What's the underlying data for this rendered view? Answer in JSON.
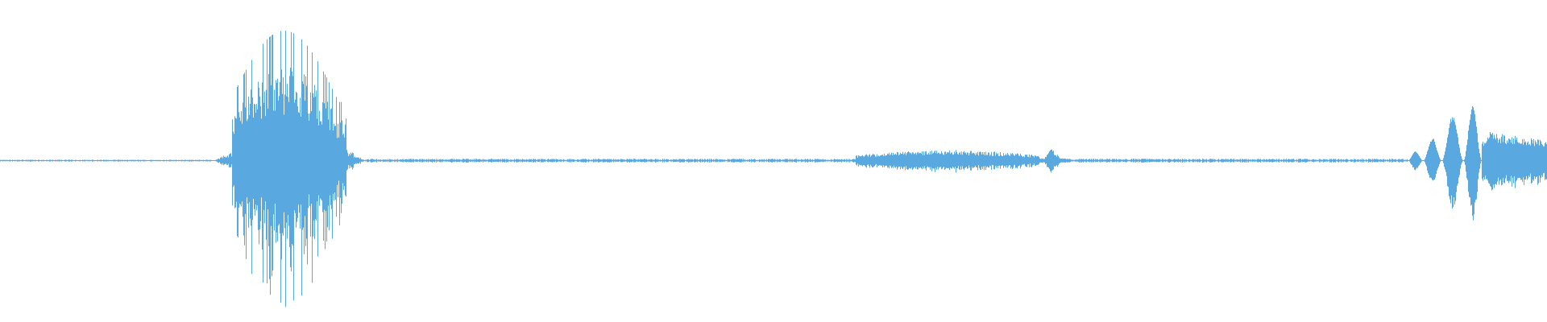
{
  "waveform": {
    "color": "#5aa8e0",
    "background": "#ffffff",
    "segments": [
      {
        "start": 0.0,
        "end": 0.138,
        "amp": 0.006,
        "shape": "noise"
      },
      {
        "start": 0.138,
        "end": 0.15,
        "amp": 0.06,
        "shape": "ramp-up"
      },
      {
        "start": 0.15,
        "end": 0.224,
        "amp": 0.85,
        "shape": "burst"
      },
      {
        "start": 0.224,
        "end": 0.236,
        "amp": 0.08,
        "shape": "ramp-down"
      },
      {
        "start": 0.236,
        "end": 0.553,
        "amp": 0.012,
        "shape": "noise"
      },
      {
        "start": 0.553,
        "end": 0.672,
        "amp": 0.07,
        "shape": "swell"
      },
      {
        "start": 0.672,
        "end": 0.692,
        "amp": 0.1,
        "shape": "spike"
      },
      {
        "start": 0.692,
        "end": 0.91,
        "amp": 0.012,
        "shape": "noise"
      },
      {
        "start": 0.91,
        "end": 0.92,
        "amp": 0.06,
        "shape": "pulse"
      },
      {
        "start": 0.92,
        "end": 0.932,
        "amp": 0.15,
        "shape": "pulse"
      },
      {
        "start": 0.932,
        "end": 0.946,
        "amp": 0.3,
        "shape": "pulse"
      },
      {
        "start": 0.946,
        "end": 0.958,
        "amp": 0.36,
        "shape": "pulse"
      },
      {
        "start": 0.958,
        "end": 1.0,
        "amp": 0.2,
        "shape": "dense"
      }
    ]
  }
}
